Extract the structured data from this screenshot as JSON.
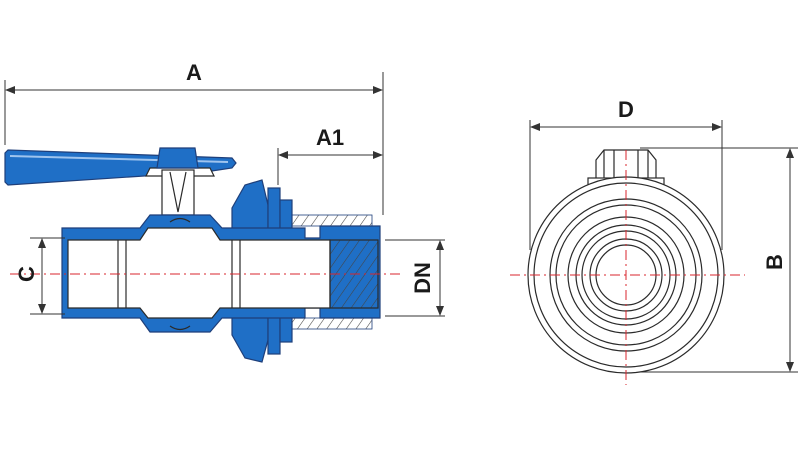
{
  "dimensions": {
    "a": "A",
    "a1": "A1",
    "c": "C",
    "dn": "DN",
    "d": "D",
    "b": "B"
  },
  "colors": {
    "body_blue": "#1f6fc6",
    "centerline_red": "#d9262e",
    "line": "#333333"
  },
  "views": [
    "side-section-view",
    "end-view"
  ]
}
